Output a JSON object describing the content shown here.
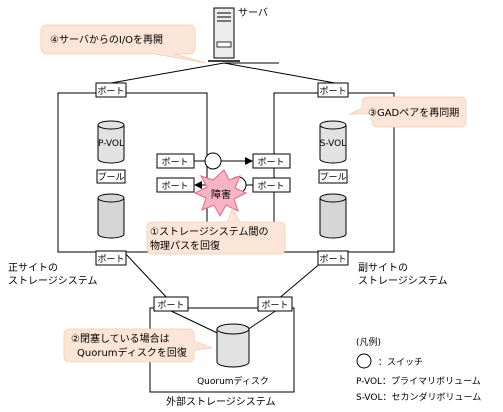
{
  "server": {
    "label": "サーバ"
  },
  "callouts": {
    "resume_io": "④サーバからのI/Oを再開",
    "resync_gad": "③GADペアを再同期",
    "recover_path_line1": "①ストレージシステム間の",
    "recover_path_line2": "物理パスを回復",
    "recover_quorum_line1": "②閉塞している場合は",
    "recover_quorum_line2": "Quorumディスクを回復"
  },
  "primary_site": {
    "label_line1": "正サイトの",
    "label_line2": "ストレージシステム",
    "volume": "P-VOL",
    "pool": "プール",
    "port_top": "ポート",
    "port_bottom": "ポート",
    "port_link_a": "ポート",
    "port_link_b": "ポート"
  },
  "secondary_site": {
    "label_line1": "副サイトの",
    "label_line2": "ストレージシステム",
    "volume": "S-VOL",
    "pool": "プール",
    "port_top": "ポート",
    "port_bottom": "ポート",
    "port_link_a": "ポート",
    "port_link_b": "ポート"
  },
  "failure_label": "障害",
  "external_storage": {
    "label": "外部ストレージシステム",
    "disk": "Quorumディスク",
    "port_left": "ポート",
    "port_right": "ポート"
  },
  "legend": {
    "title": "(凡例)",
    "switch": "：スイッチ",
    "pvol": "P-VOL：プライマリボリューム",
    "svol": "S-VOL：セカンダリボリューム"
  },
  "colors": {
    "callout_fill": "#fbe5d6",
    "burst_fill": "#f8b4c4",
    "burst_stroke": "#e06a8a",
    "line": "#000000"
  }
}
